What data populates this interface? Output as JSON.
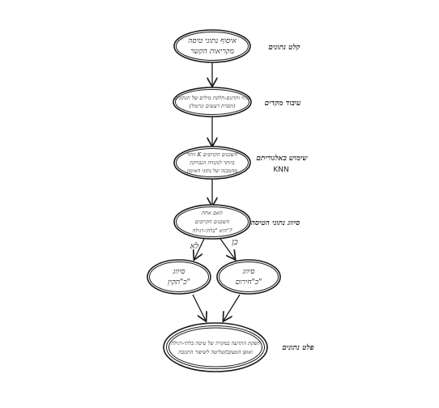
{
  "nodes": {
    "collect": {
      "lines": [
        "איסוף נתוני טיסה",
        "מקריאות הקשר"
      ]
    },
    "preprocess": {
      "lines": [
        "זיהוי ותרגום-חלקת מילים של הנתונים",
        "(הסרת רעשים ונרמול)"
      ]
    },
    "knn": {
      "lines": [
        "זיהוי K השכנים הקרובים",
        "ביותר לנקודה הנבדקת",
        "מהמבנה של נתוני האימון"
      ]
    },
    "decision": {
      "lines": [
        "האם אחת",
        "השכנים הקרובים",
        "היא \"בלתי-רגילה\"?"
      ]
    },
    "urgent": {
      "lines": [
        "סיווג",
        "כ\"חירום\""
      ]
    },
    "normal": {
      "lines": [
        "סיווג",
        "כ\"תקין\""
      ]
    },
    "output": {
      "lines": [
        "הפקת התרעה במקרה של טיסה בלתי-רגילה",
        "ואופן המעקב/שליטה לשיפור התגובה"
      ]
    }
  },
  "side_labels": {
    "input": "קלט נתונים",
    "preprocess": "עיבוד מקדים",
    "knn_title": "שימוש באלגוריתם",
    "knn_sub": "KNN",
    "classify": "סיווג נתוני הטיסה",
    "output": "פלט נתונים"
  },
  "branches": {
    "yes": "כן",
    "no": "לא"
  }
}
